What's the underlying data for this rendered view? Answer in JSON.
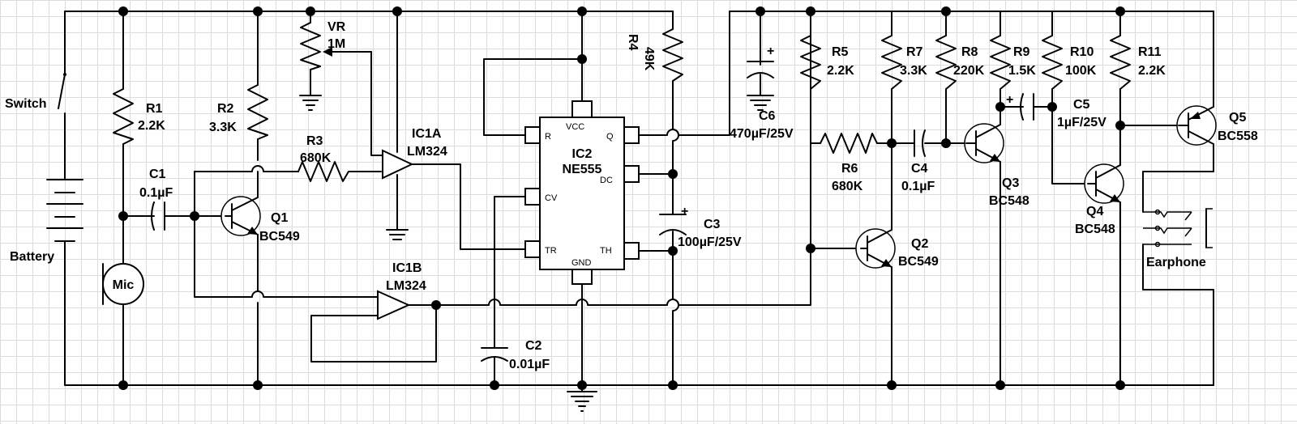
{
  "labels": {
    "switch": "Switch",
    "battery": "Battery",
    "mic": "Mic",
    "r1": "R1",
    "r1_val": "2.2K",
    "r2": "R2",
    "r2_val": "3.3K",
    "c1": "C1",
    "c1_val": "0.1µF",
    "q1": "Q1",
    "q1_val": "BC549",
    "vr": "VR",
    "vr_val": "1M",
    "r3": "R3",
    "r3_val": "680K",
    "ic1a": "IC1A",
    "ic1a_val": "LM324",
    "ic1b": "IC1B",
    "ic1b_val": "LM324",
    "ic2": "IC2",
    "ic2_val": "NE555",
    "c2": "C2",
    "c2_val": "0.01µF",
    "r4": "R4",
    "r4_val": "49K",
    "c3": "C3",
    "c3_val": "100µF/25V",
    "c6": "C6",
    "c6_val": "470µF/25V",
    "r5": "R5",
    "r5_val": "2.2K",
    "r6": "R6",
    "r6_val": "680K",
    "r7": "R7",
    "r7_val": "3.3K",
    "c4": "C4",
    "c4_val": "0.1µF",
    "q2": "Q2",
    "q2_val": "BC549",
    "r8": "R8",
    "r8_val": "220K",
    "q3": "Q3",
    "q3_val": "BC548",
    "r9": "R9",
    "r9_val": "1.5K",
    "c5": "C5",
    "c5_val": "1µF/25V",
    "r10": "R10",
    "r10_val": "100K",
    "q4": "Q4",
    "q4_val": "BC548",
    "r11": "R11",
    "r11_val": "2.2K",
    "q5": "Q5",
    "q5_val": "BC558",
    "earphone": "Earphone",
    "plus": "+"
  },
  "ic2_pins": {
    "r": "R",
    "vcc": "VCC",
    "q": "Q",
    "dc": "DC",
    "cv": "CV",
    "tr": "TR",
    "th": "TH",
    "gnd": "GND"
  }
}
